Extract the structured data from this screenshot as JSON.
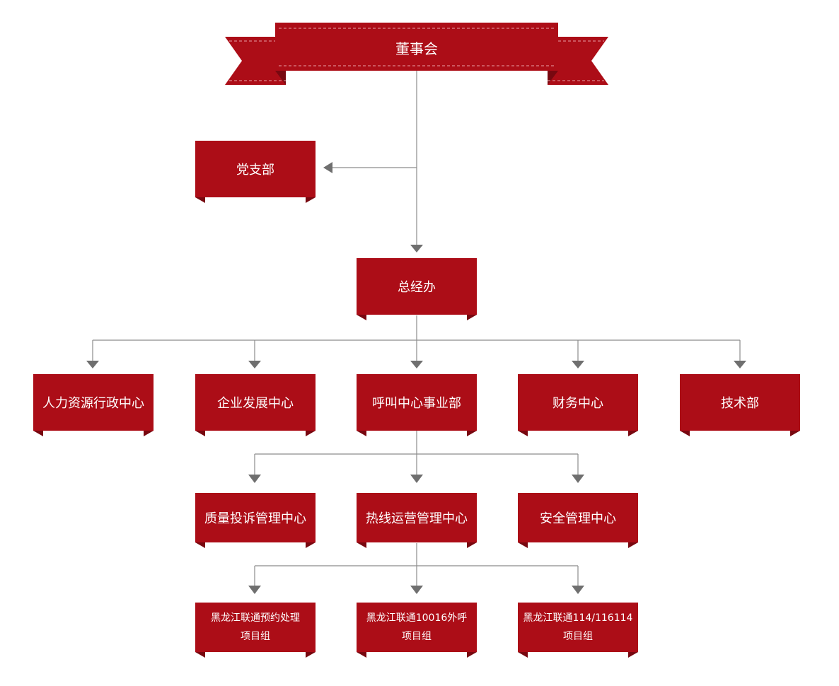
{
  "colors": {
    "box": "#ac0d17",
    "box_dark": "#780810",
    "line": "#8c8c8c",
    "arrow": "#6f6f6f"
  },
  "board": {
    "label": "董事会"
  },
  "party": {
    "label": "党支部"
  },
  "gm": {
    "label": "总经办"
  },
  "departments": [
    {
      "label": "人力资源行政中心"
    },
    {
      "label": "企业发展中心"
    },
    {
      "label": "呼叫中心事业部"
    },
    {
      "label": "财务中心"
    },
    {
      "label": "技术部"
    }
  ],
  "call_center_units": [
    {
      "label": "质量投诉管理中心"
    },
    {
      "label": "热线运营管理中心"
    },
    {
      "label": "安全管理中心"
    }
  ],
  "hotline_projects": [
    {
      "label": "黑龙江联通预约处理\n项目组"
    },
    {
      "label": "黑龙江联通10016外呼\n项目组"
    },
    {
      "label": "黑龙江联通114/116114\n项目组"
    }
  ]
}
